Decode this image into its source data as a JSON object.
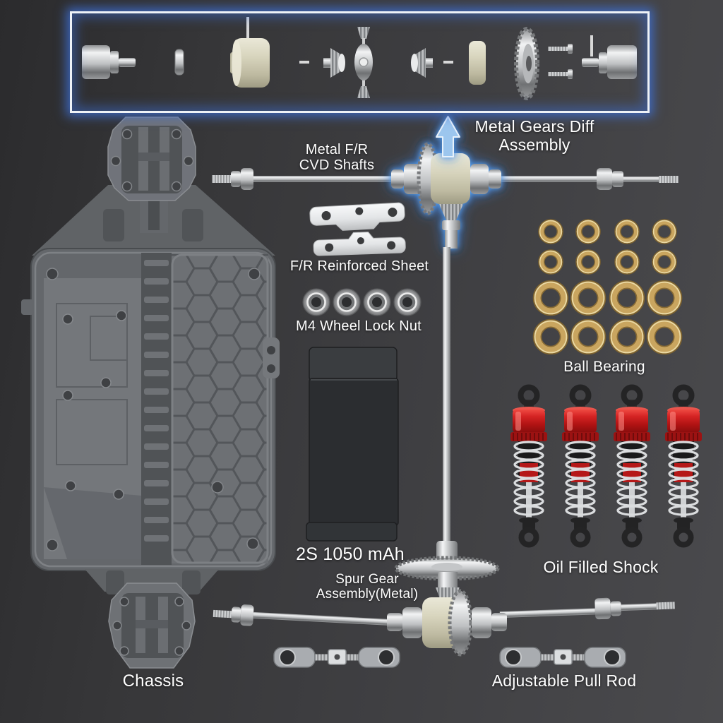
{
  "title": "RC car metal upgrade parts diagram",
  "labels": {
    "diff_line1": "Metal Gears Diff",
    "diff_line2": "Assembly",
    "cvd_line1": "Metal F/R",
    "cvd_line2": "CVD Shafts",
    "sheet": "F/R Reinforced Sheet",
    "nut": "M4 Wheel Lock Nut",
    "bearing": "Ball Bearing",
    "battery": "2S 1050 mAh",
    "spur_line1": "Spur Gear",
    "spur_line2": "Assembly(Metal)",
    "shock": "Oil Filled Shock",
    "chassis": "Chassis",
    "pullrod": "Adjustable Pull Rod"
  },
  "parts": [
    {
      "label": "Metal Gears Diff Assembly",
      "qty": 1
    },
    {
      "label": "Metal F/R CVD Shafts",
      "qty": 4
    },
    {
      "label": "F/R Reinforced Sheet",
      "qty": 2
    },
    {
      "label": "M4 Wheel Lock Nut",
      "qty": 4
    },
    {
      "label": "Ball Bearing",
      "qty": 16
    },
    {
      "label": "2S 1050 mAh",
      "qty": 1
    },
    {
      "label": "Spur Gear Assembly(Metal)",
      "qty": 1
    },
    {
      "label": "Oil Filled Shock",
      "qty": 4
    },
    {
      "label": "Chassis",
      "qty": 1
    },
    {
      "label": "Adjustable Pull Rod",
      "qty": 2
    }
  ],
  "colors": {
    "background": "#3e3e41",
    "box_border": "#eef2f7",
    "box_glow": "#3e70d7",
    "arrow_blue": "#9cc6ee",
    "bearing_gold": "#c9a55f",
    "shock_red": "#c41a1a",
    "diff_housing_beige": "#d7d4bc",
    "chassis_gray": "#6d7074",
    "text": "#ffffff"
  }
}
